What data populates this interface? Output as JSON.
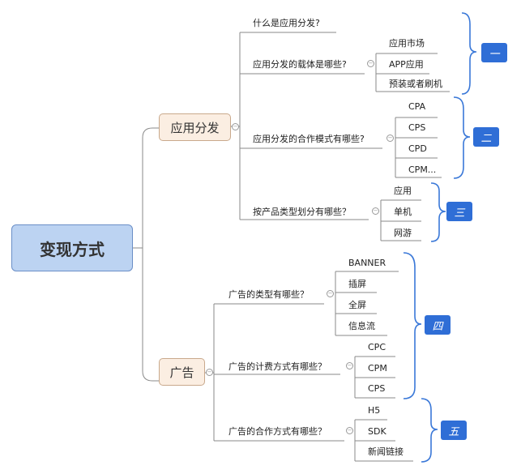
{
  "root": {
    "label": "变现方式"
  },
  "branches": [
    {
      "label": "应用分发",
      "topics": [
        {
          "label": "什么是应用分发?",
          "leaves": []
        },
        {
          "label": "应用分发的载体是哪些?",
          "leaves": [
            "应用市场",
            "APP应用",
            "预装或者刷机"
          ],
          "tag": "一"
        },
        {
          "label": "应用分发的合作模式有哪些?",
          "leaves": [
            "CPA",
            "CPS",
            "CPD",
            "CPM..."
          ],
          "tag": "二"
        },
        {
          "label": "按产品类型划分有哪些？",
          "leaves": [
            "应用",
            "单机",
            "网游"
          ],
          "tag": "三"
        }
      ]
    },
    {
      "label": "广告",
      "topics": [
        {
          "label": "广告的类型有哪些？",
          "leaves": [
            "BANNER",
            "插屏",
            "全屏",
            "信息流"
          ],
          "tag": "四"
        },
        {
          "label": "广告的计费方式有哪些？",
          "leaves": [
            "CPC",
            "CPM",
            "CPS"
          ],
          "tag": "四"
        },
        {
          "label": "广告的合作方式有哪些？",
          "leaves": [
            "H5",
            "SDK",
            "新闻链接"
          ],
          "tag": "五"
        }
      ]
    }
  ],
  "colors": {
    "line": "#8a8a8a",
    "bracket": "#3a78d8",
    "tag_bg": "#2f6ed6",
    "root_bg": "#bcd3f2",
    "branch_bg": "#fbeee2"
  }
}
